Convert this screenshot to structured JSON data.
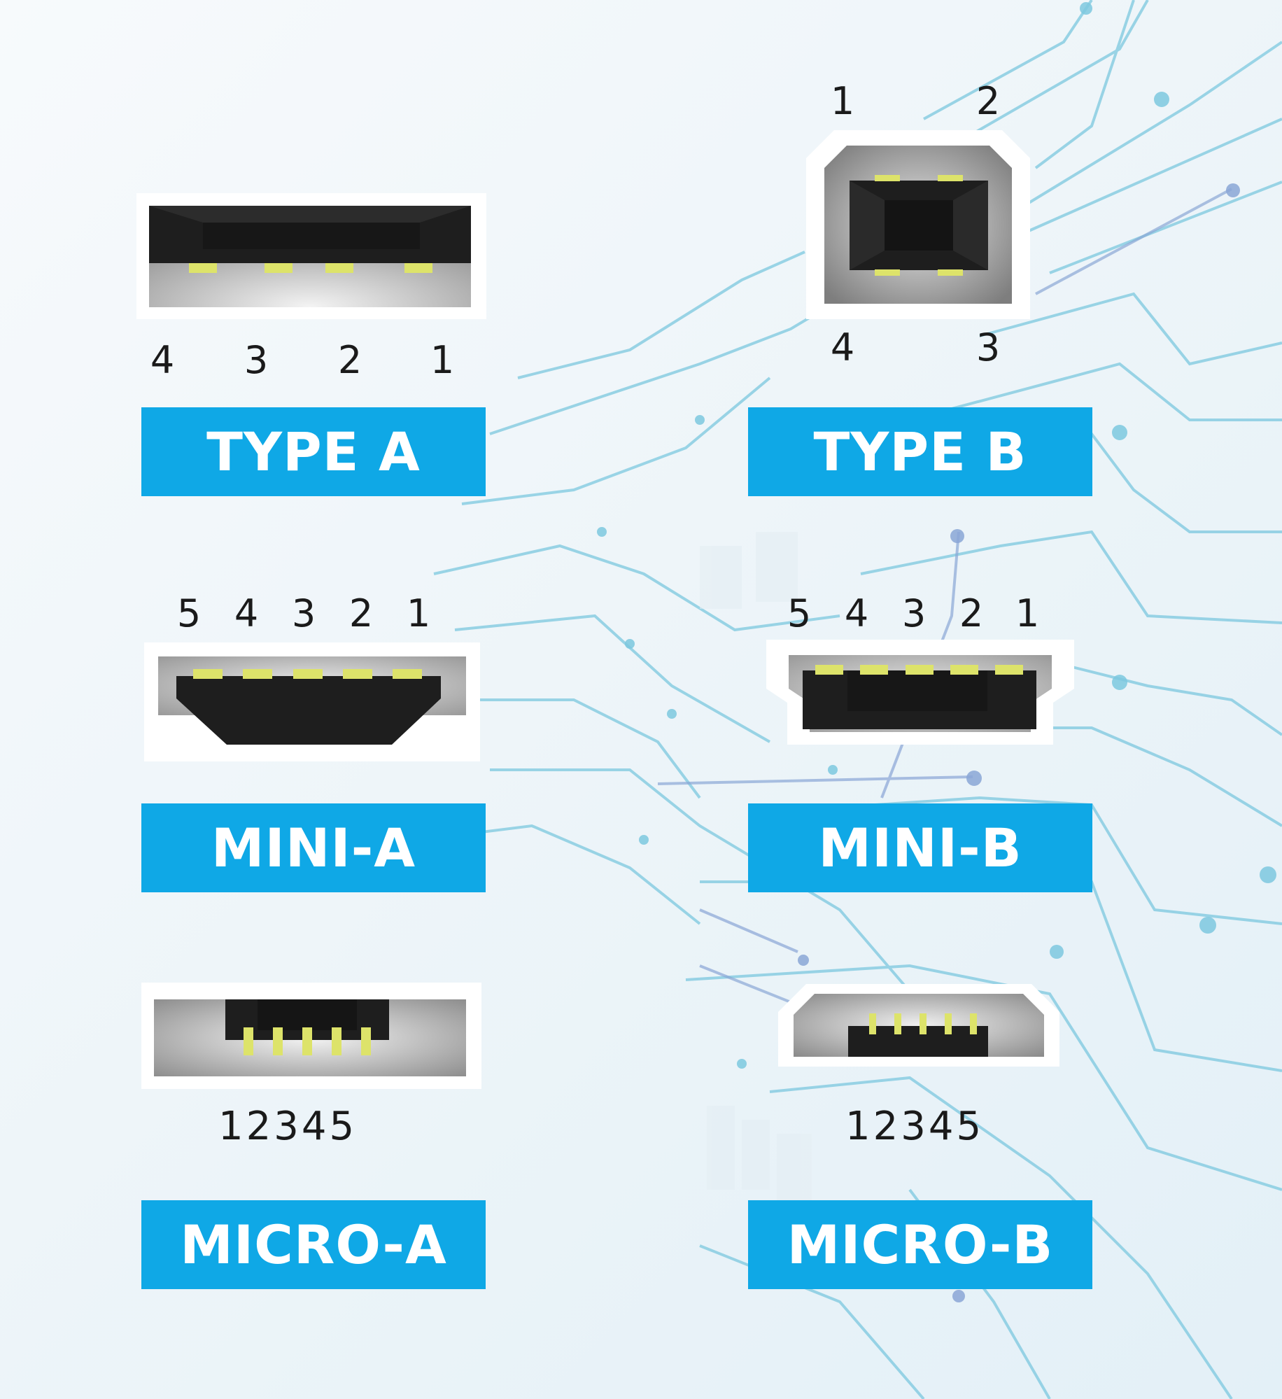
{
  "connectors": {
    "type_a": {
      "label": "TYPE A",
      "pins": [
        "4",
        "3",
        "2",
        "1"
      ]
    },
    "type_b": {
      "label": "TYPE B",
      "pins_top": [
        "1",
        "2"
      ],
      "pins_bottom": [
        "4",
        "3"
      ]
    },
    "mini_a": {
      "label": "MINI-A",
      "pins": [
        "5",
        "4",
        "3",
        "2",
        "1"
      ]
    },
    "mini_b": {
      "label": "MINI-B",
      "pins": [
        "5",
        "4",
        "3",
        "2",
        "1"
      ]
    },
    "micro_a": {
      "label": "MICRO-A",
      "pins": "12345"
    },
    "micro_b": {
      "label": "MICRO-B",
      "pins": "12345"
    }
  },
  "colors": {
    "label_background": "#0fa8e6",
    "label_text": "#ffffff",
    "pin_contact": "#dde36a",
    "socket_dark": "#1e1e1e",
    "socket_metal": "#a8a8a8",
    "circuit_trace": "#7cc8df"
  },
  "icons": [
    "circuit-background-icon",
    "usb-type-a-socket-icon",
    "usb-type-b-socket-icon",
    "usb-mini-a-socket-icon",
    "usb-mini-b-socket-icon",
    "usb-micro-a-socket-icon",
    "usb-micro-b-socket-icon"
  ]
}
